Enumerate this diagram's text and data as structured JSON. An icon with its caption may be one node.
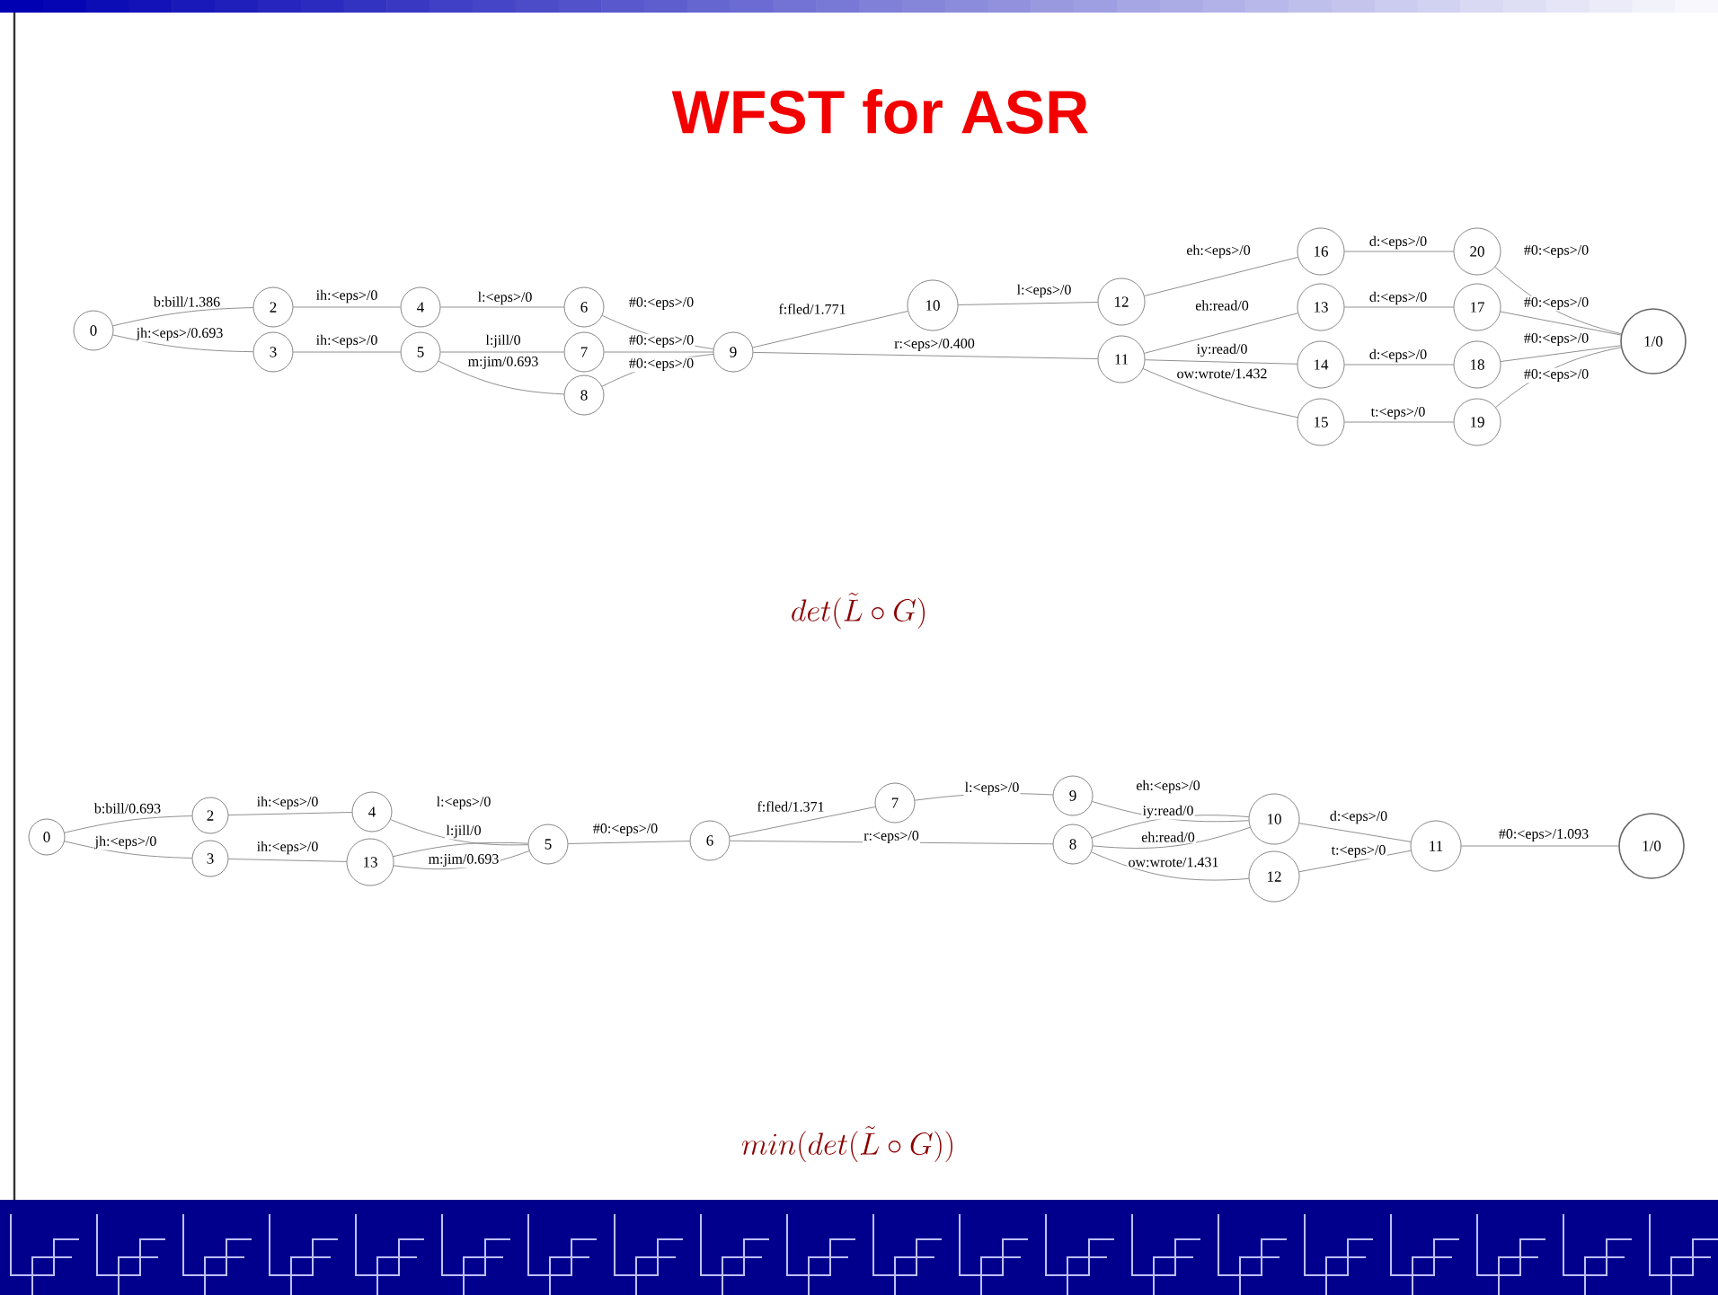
{
  "diagram": {
    "title": "WFST for ASR",
    "nodes": [
      {
        "text": [
          "0"
        ]
      },
      {
        "text": [
          "2"
        ]
      },
      {
        "text": [
          "3"
        ]
      },
      {
        "text": [
          "4"
        ]
      },
      {
        "text": [
          "5"
        ]
      },
      {
        "text": [
          "6"
        ]
      },
      {
        "text": [
          "7"
        ]
      },
      {
        "text": [
          "8"
        ]
      },
      {
        "text": [
          "9"
        ]
      },
      {
        "text": [
          "10"
        ]
      },
      {
        "text": [
          "12"
        ]
      },
      {
        "text": [
          "11"
        ]
      },
      {
        "text": [
          "16"
        ]
      },
      {
        "text": [
          "13"
        ]
      },
      {
        "text": [
          "14"
        ]
      },
      {
        "text": [
          "15"
        ]
      },
      {
        "text": [
          "20"
        ]
      },
      {
        "text": [
          "17"
        ]
      },
      {
        "text": [
          "18"
        ]
      },
      {
        "text": [
          "19"
        ]
      },
      {
        "text": [
          "1/0"
        ]
      },
      {
        "text": [
          "0"
        ]
      },
      {
        "text": [
          "2"
        ]
      },
      {
        "text": [
          "3"
        ]
      },
      {
        "text": [
          "4"
        ]
      },
      {
        "text": [
          "13"
        ]
      },
      {
        "text": [
          "5"
        ]
      },
      {
        "text": [
          "6"
        ]
      },
      {
        "text": [
          "7"
        ]
      },
      {
        "text": [
          "9"
        ]
      },
      {
        "text": [
          "8"
        ]
      },
      {
        "text": [
          "10"
        ]
      },
      {
        "text": [
          "12"
        ]
      },
      {
        "text": [
          "11"
        ]
      },
      {
        "text": [
          "1/0"
        ]
      }
    ],
    "edges": [
      {
        "from": 0,
        "to": 1,
        "arrow": "none",
        "label": "b:bill/1.386"
      },
      {
        "from": 0,
        "to": 2,
        "arrow": "none",
        "label": "jh:<eps>/0.693"
      },
      {
        "from": 1,
        "to": 3,
        "arrow": "none",
        "label": "ih:<eps>/0"
      },
      {
        "from": 2,
        "to": 4,
        "arrow": "none",
        "label": "ih:<eps>/0"
      },
      {
        "from": 3,
        "to": 5,
        "arrow": "none",
        "label": "l:<eps>/0"
      },
      {
        "from": 4,
        "to": 6,
        "arrow": "none",
        "label": "l:jill/0"
      },
      {
        "from": 4,
        "to": 7,
        "arrow": "none",
        "label": "m:jim/0.693"
      },
      {
        "from": 5,
        "to": 8,
        "arrow": "none",
        "label": "#0:<eps>/0"
      },
      {
        "from": 6,
        "to": 8,
        "arrow": "none",
        "label": "#0:<eps>/0"
      },
      {
        "from": 7,
        "to": 8,
        "arrow": "none",
        "label": "#0:<eps>/0"
      },
      {
        "from": 8,
        "to": 9,
        "arrow": "none",
        "label": "f:fled/1.771"
      },
      {
        "from": 8,
        "to": 11,
        "arrow": "none",
        "label": "r:<eps>/0.400"
      },
      {
        "from": 9,
        "to": 10,
        "arrow": "none",
        "label": "l:<eps>/0"
      },
      {
        "from": 10,
        "to": 12,
        "arrow": "none",
        "label": "eh:<eps>/0"
      },
      {
        "from": 11,
        "to": 13,
        "arrow": "none",
        "label": "eh:read/0"
      },
      {
        "from": 11,
        "to": 14,
        "arrow": "none",
        "label": "iy:read/0"
      },
      {
        "from": 11,
        "to": 15,
        "arrow": "none",
        "label": "ow:wrote/1.432"
      },
      {
        "from": 12,
        "to": 16,
        "arrow": "none",
        "label": "d:<eps>/0"
      },
      {
        "from": 13,
        "to": 17,
        "arrow": "none",
        "label": "d:<eps>/0"
      },
      {
        "from": 14,
        "to": 18,
        "arrow": "none",
        "label": "d:<eps>/0"
      },
      {
        "from": 15,
        "to": 19,
        "arrow": "none",
        "label": "t:<eps>/0"
      },
      {
        "from": 16,
        "to": 20,
        "arrow": "none",
        "label": "#0:<eps>/0"
      },
      {
        "from": 17,
        "to": 20,
        "arrow": "none",
        "label": "#0:<eps>/0"
      },
      {
        "from": 18,
        "to": 20,
        "arrow": "none",
        "label": "#0:<eps>/0"
      },
      {
        "from": 19,
        "to": 20,
        "arrow": "none",
        "label": "#0:<eps>/0"
      },
      {
        "from": 21,
        "to": 22,
        "arrow": "none",
        "label": "b:bill/0.693"
      },
      {
        "from": 21,
        "to": 23,
        "arrow": "none",
        "label": "jh:<eps>/0"
      },
      {
        "from": 22,
        "to": 24,
        "arrow": "none",
        "label": "ih:<eps>/0"
      },
      {
        "from": 23,
        "to": 25,
        "arrow": "none",
        "label": "ih:<eps>/0"
      },
      {
        "from": 24,
        "to": 26,
        "arrow": "none",
        "label": "l:<eps>/0"
      },
      {
        "from": 25,
        "to": 26,
        "arrow": "none",
        "label": "l:jill/0"
      },
      {
        "from": 25,
        "to": 26,
        "arrow": "none",
        "label": "m:jim/0.693"
      },
      {
        "from": 26,
        "to": 27,
        "arrow": "none",
        "label": "#0:<eps>/0"
      },
      {
        "from": 27,
        "to": 28,
        "arrow": "none",
        "label": "f:fled/1.371"
      },
      {
        "from": 27,
        "to": 30,
        "arrow": "none",
        "label": "r:<eps>/0"
      },
      {
        "from": 28,
        "to": 29,
        "arrow": "none",
        "label": "l:<eps>/0"
      },
      {
        "from": 29,
        "to": 31,
        "arrow": "none",
        "label": "eh:<eps>/0"
      },
      {
        "from": 30,
        "to": 31,
        "arrow": "none",
        "label": "iy:read/0"
      },
      {
        "from": 30,
        "to": 31,
        "arrow": "none",
        "label": "eh:read/0"
      },
      {
        "from": 30,
        "to": 32,
        "arrow": "none",
        "label": "ow:wrote/1.431"
      },
      {
        "from": 31,
        "to": 33,
        "arrow": "none",
        "label": "d:<eps>/0"
      },
      {
        "from": 32,
        "to": 33,
        "arrow": "none",
        "label": "t:<eps>/0"
      },
      {
        "from": 33,
        "to": 34,
        "arrow": "none",
        "label": "#0:<eps>/1.093"
      }
    ],
    "labels": [
      "det(\\tilde{L} \\circ G)",
      "min(det(\\tilde{L} \\circ G))"
    ]
  }
}
